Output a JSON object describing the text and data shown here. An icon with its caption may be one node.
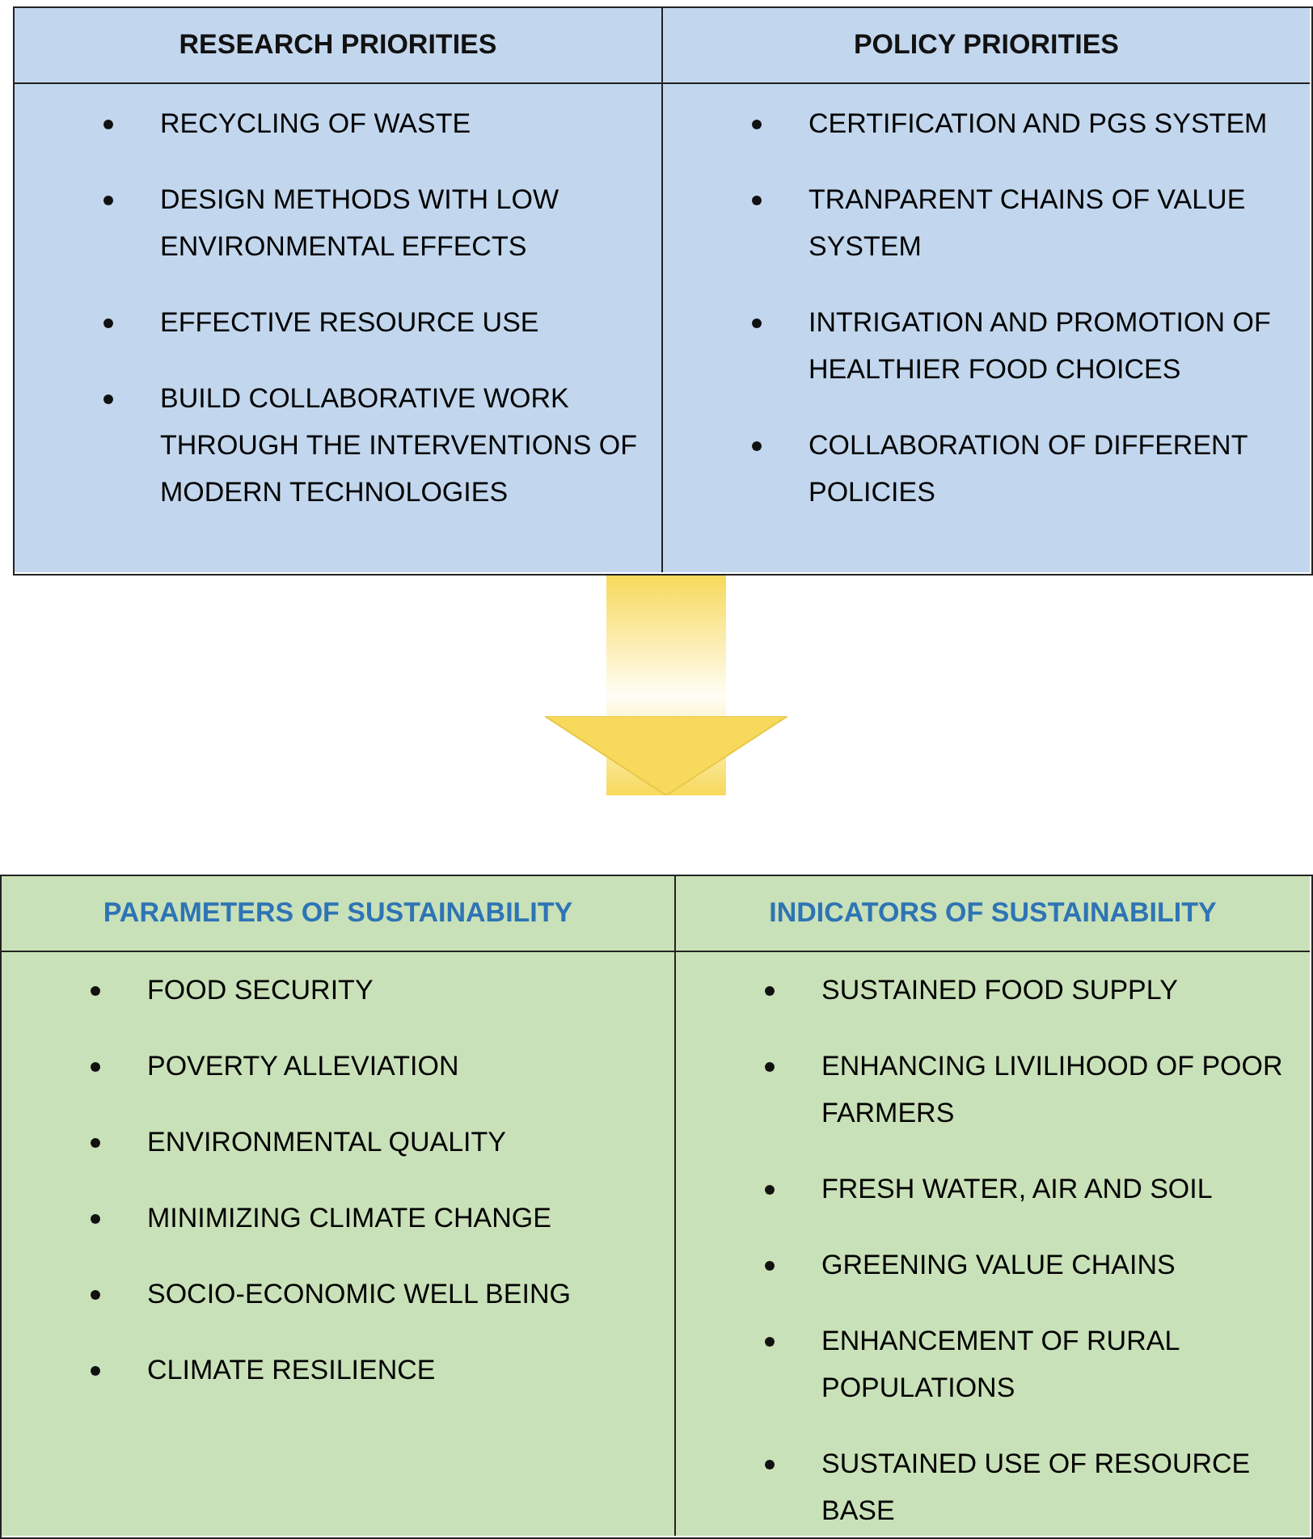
{
  "diagram": {
    "nodes": [
      {
        "text": [],
        "shape": "box"
      },
      {
        "text": [
          "RESEARCH PRIORITIES",
          "RECYCLING OF WASTE",
          "DESIGN METHODS WITH LOW ENVIRONMENTAL EFFECTS",
          "EFFECTIVE RESOURCE USE",
          "BUILD COLLABORATIVE WORK THROUGH THE INTERVENTIONS OF MODERN TECHNOLOGIES"
        ],
        "in": 0
      },
      {
        "text": [
          "POLICY PRIORITIES",
          "CERTIFICATION AND PGS SYSTEM",
          "TRANPARENT CHAINS OF VALUE SYSTEM",
          "INTRIGATION AND PROMOTION OF HEALTHIER FOOD CHOICES",
          "COLLABORATION OF DIFFERENT POLICIES"
        ],
        "in": 0
      },
      {
        "text": [],
        "shape": "box"
      },
      {
        "text": [
          "PARAMETERS OF SUSTAINABILITY",
          "FOOD SECURITY",
          "POVERTY ALLEVIATION",
          "ENVIRONMENTAL QUALITY",
          "MINIMIZING CLIMATE CHANGE",
          "SOCIO-ECONOMIC WELL BEING",
          "CLIMATE RESILIENCE"
        ],
        "in": 3
      },
      {
        "text": [
          "INDICATORS OF SUSTAINABILITY",
          "SUSTAINED FOOD SUPPLY",
          "ENHANCING LIVILIHOOD OF POOR FARMERS",
          "FRESH WATER, AIR AND SOIL",
          "GREENING VALUE CHAINS",
          "ENHANCEMENT OF RURAL POPULATIONS",
          "SUSTAINED USE OF RESOURCE BASE"
        ],
        "in": 3
      }
    ],
    "edges": [
      {
        "from": 0,
        "to": 3,
        "arrow": "to",
        "style": "thick",
        "color": "#f7d95c"
      }
    ]
  }
}
